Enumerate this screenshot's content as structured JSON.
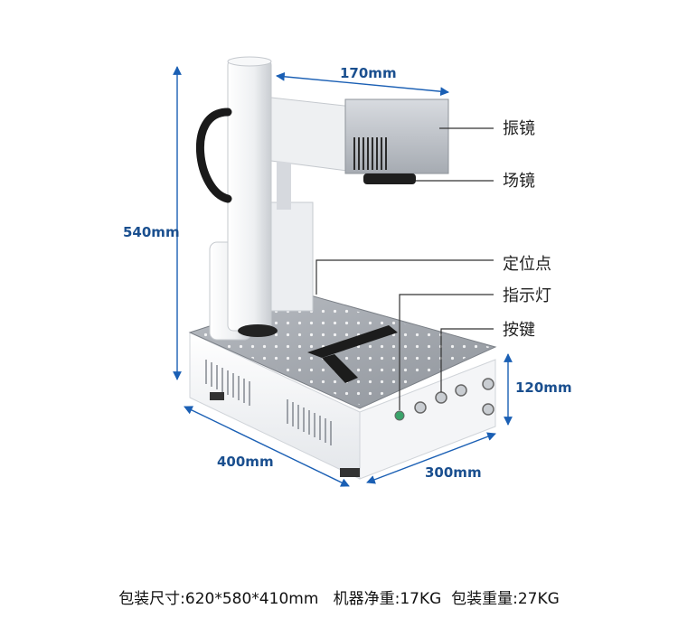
{
  "dimensions": {
    "arm_width": "170mm",
    "total_height": "540mm",
    "base_height": "120mm",
    "base_depth": "400mm",
    "base_width": "300mm"
  },
  "callouts": {
    "galvo": "振镜",
    "field_lens": "场镜",
    "positioning_point": "定位点",
    "indicator_light": "指示灯",
    "buttons": "按键"
  },
  "footer": {
    "package_size": "包装尺寸:620*580*410mm",
    "net_weight": "机器净重:17KG",
    "gross_weight": "包装重量:27KG"
  },
  "colors": {
    "dimension_blue": "#1a5fb4",
    "machine_white": "#f2f3f5",
    "panel_grey": "#9aa0a8"
  }
}
